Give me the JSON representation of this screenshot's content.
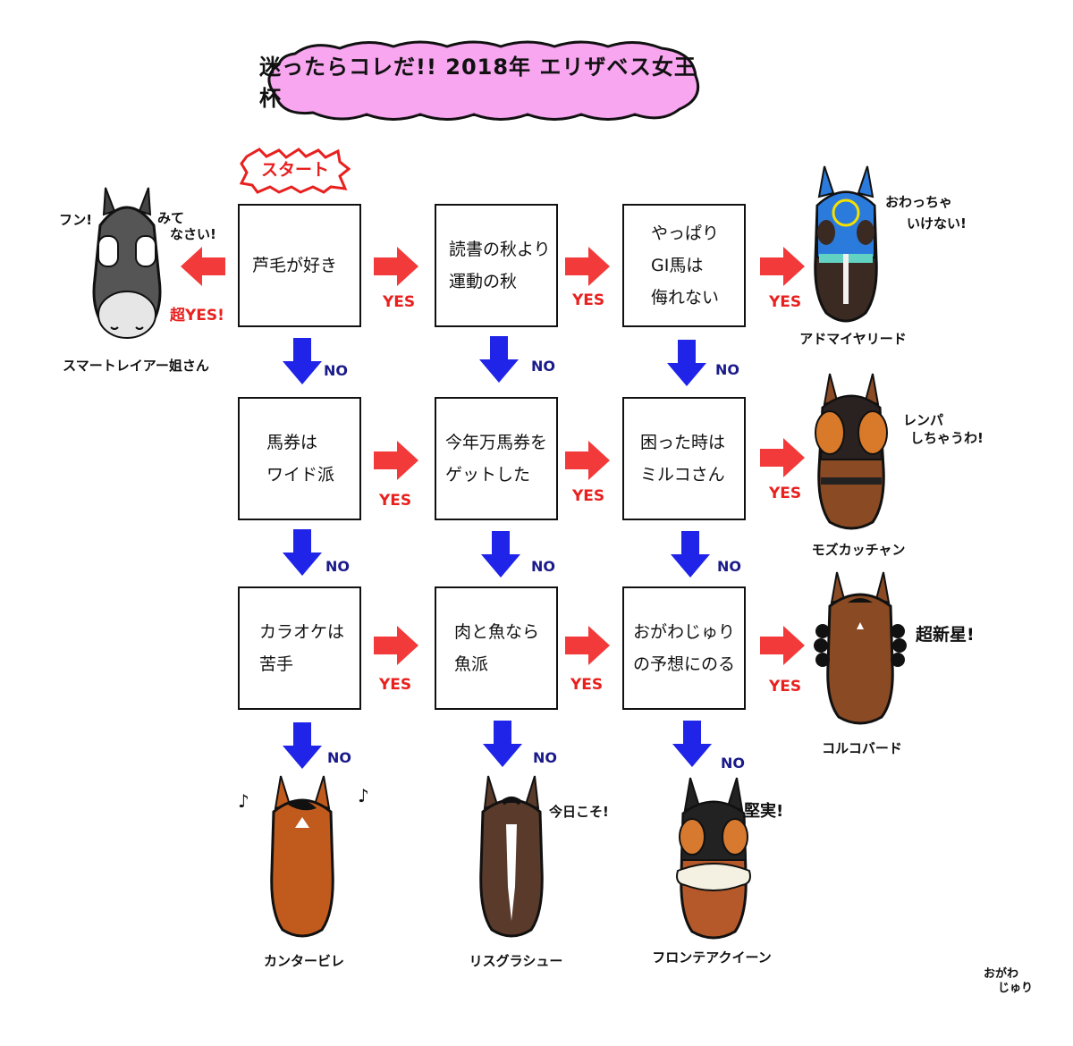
{
  "title": "迷ったらコレだ!! 2018年 エリザベス女王杯",
  "start_label": "スタート",
  "yes_label": "YES",
  "no_label": "NO",
  "super_yes_label": "超YES!",
  "questions": [
    [
      "芦毛が好き"
    ],
    [
      "読書の秋より",
      "運動の秋"
    ],
    [
      "やっぱり",
      "GI馬は",
      "侮れない"
    ],
    [
      "馬券は",
      "ワイド派"
    ],
    [
      "今年万馬券を",
      "ゲットした"
    ],
    [
      "困った時は",
      "ミルコさん"
    ],
    [
      "カラオケは",
      "苦手"
    ],
    [
      "肉と魚なら",
      "魚派"
    ],
    [
      "おがわじゅり",
      "の予想にのる"
    ]
  ],
  "horses": {
    "smart_layer": {
      "name": "スマートレイアー姐さん",
      "quote": [
        "フン!",
        "みて",
        "なさい!"
      ]
    },
    "admire": {
      "name": "アドマイヤリード",
      "quote": [
        "おわっちゃ",
        "いけない!"
      ]
    },
    "mozu": {
      "name": "モズカッチャン",
      "quote": [
        "レンパ",
        "しちゃうわ!"
      ]
    },
    "kolkovard": {
      "name": "コルコバード",
      "quote": [
        "超新星!"
      ]
    },
    "kanter": {
      "name": "カンタービレ",
      "quote": [
        "♪",
        "♪"
      ]
    },
    "lys": {
      "name": "リスグラシュー",
      "quote": [
        "今日こそ!"
      ]
    },
    "frontier": {
      "name": "フロンテアクイーン",
      "quote": [
        "堅実!"
      ]
    }
  },
  "signature": [
    "おがわ",
    "じゅり"
  ],
  "colors": {
    "yes_arrow": "#f23a3a",
    "no_arrow": "#1f24e8",
    "title_bg": "#f7a6ef"
  }
}
